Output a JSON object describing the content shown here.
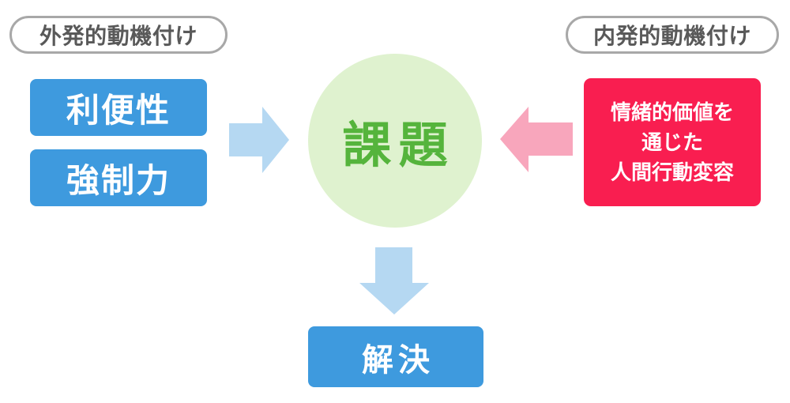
{
  "diagram": {
    "pills": {
      "extrinsic": "外発的動機付け",
      "intrinsic": "内発的動機付け"
    },
    "extrinsic_factors": [
      {
        "label": "利便性"
      },
      {
        "label": "強制力"
      }
    ],
    "center": {
      "label": "課題"
    },
    "intrinsic_factor": {
      "line1": "情緒的価値を",
      "line2": "通じた",
      "line3": "人間行動変容"
    },
    "result": {
      "label": "解決"
    }
  },
  "icons": {
    "extrinsic_arrow": "right-block-arrow",
    "intrinsic_arrow": "left-block-arrow",
    "solution_arrow": "down-block-arrow"
  },
  "colors": {
    "box_blue": "#3e9ade",
    "box_red": "#f91e50",
    "arrow_blue": "#b5d8f2",
    "arrow_pink": "#f8a6bc",
    "circle_bg_green": "#dff2cf",
    "circle_text_green": "#55b43c",
    "pill_border": "#a8a8a8",
    "pill_text": "#595959",
    "box_text_white": "#ffffff"
  }
}
